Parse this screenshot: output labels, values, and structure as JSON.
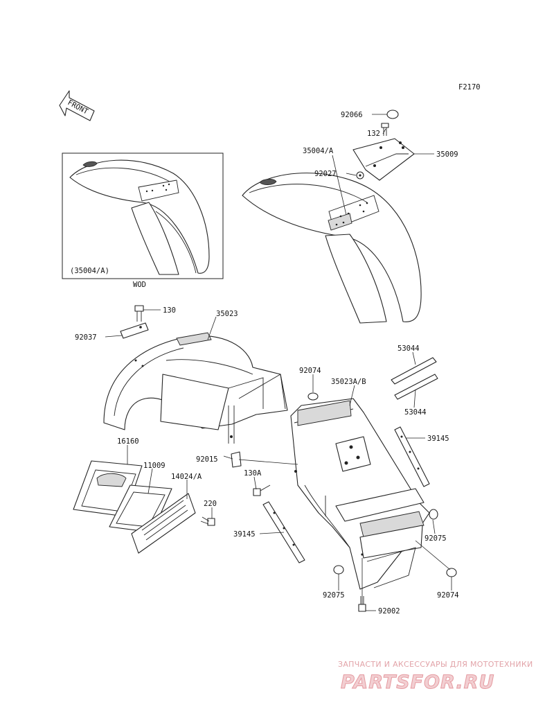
{
  "diagram": {
    "code": "F2170",
    "front_arrow": "FRONT",
    "inset_caption": "(35004/A)",
    "inset_label": "WOD",
    "callouts": {
      "p92066": "92066",
      "p132": "132",
      "p35009": "35009",
      "p35004A": "35004/A",
      "p92027": "92027",
      "p130": "130",
      "p35023": "35023",
      "p92037": "92037",
      "p53044a": "53044",
      "p53044b": "53044",
      "p92074a": "92074",
      "p35023AB": "35023A/B",
      "p39145a": "39145",
      "p16160": "16160",
      "p11009": "11009",
      "p14024A": "14024/A",
      "p92015": "92015",
      "p130A": "130A",
      "p220": "220",
      "p39145b": "39145",
      "p92075a": "92075",
      "p92075b": "92075",
      "p92074b": "92074",
      "p92002": "92002"
    }
  },
  "watermark": {
    "line1": "ЗАПЧАСТИ И АКСЕССУАРЫ ДЛЯ МОТОТЕХНИКИ",
    "line2": "PARTSFOR.RU"
  }
}
